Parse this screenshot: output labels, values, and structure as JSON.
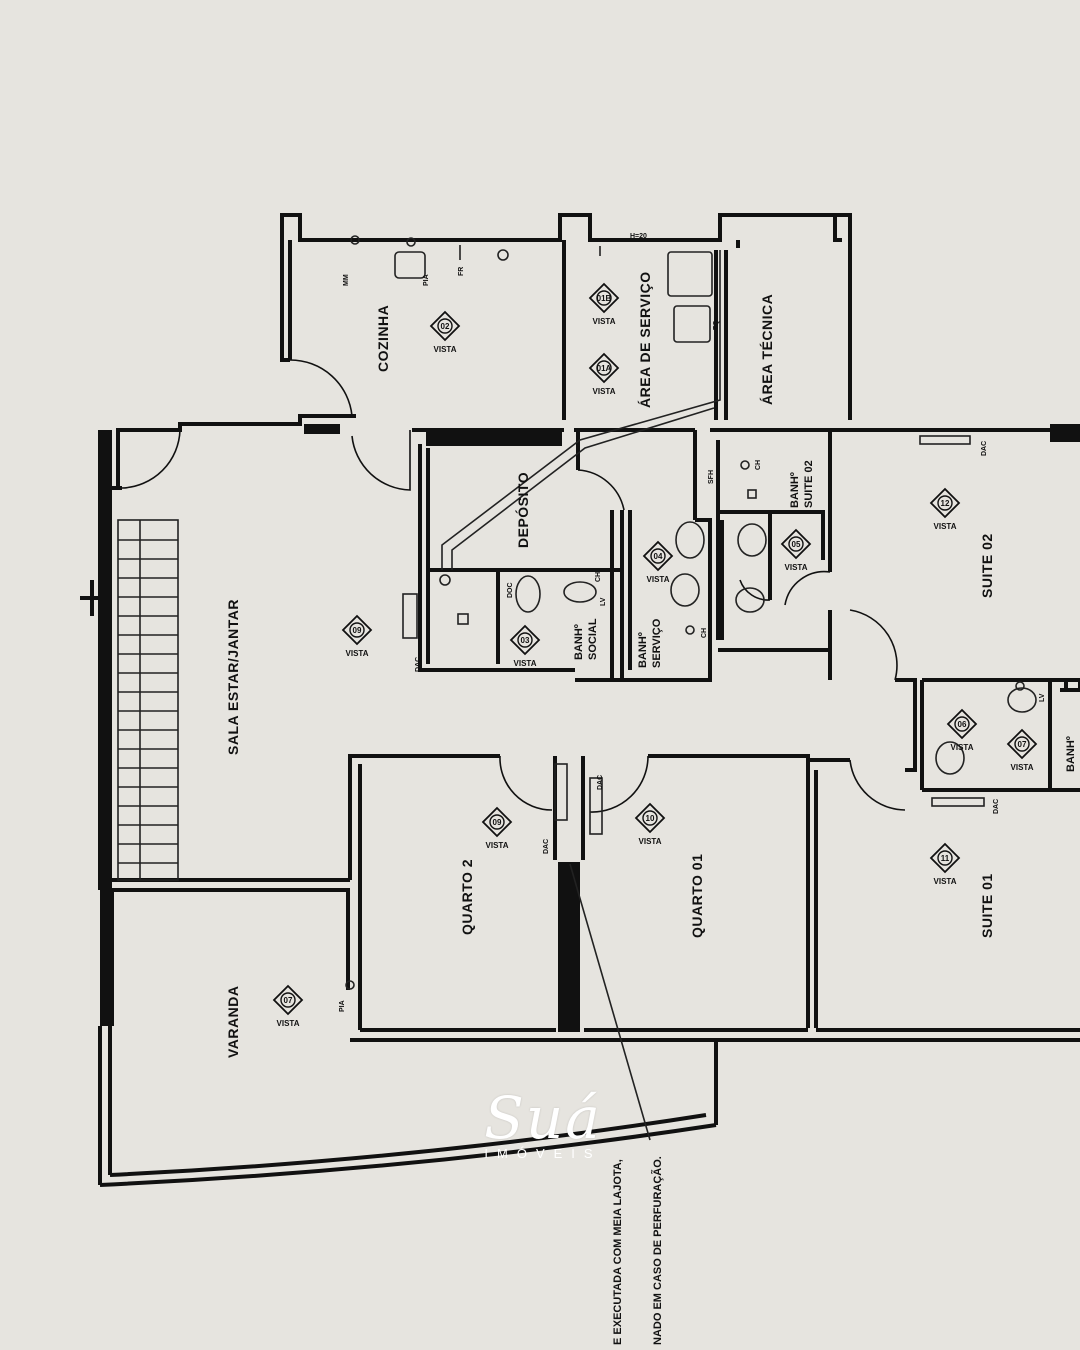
{
  "rooms": {
    "cozinha": "COZINHA",
    "area_servico": "ÁREA DE SERVIÇO",
    "area_tecnica": "ÁREA TÉCNICA",
    "deposito": "DEPÓSITO",
    "sala": "SALA ESTAR/JANTAR",
    "banho_social": [
      "BANHº",
      "SOCIAL"
    ],
    "banho_servico": [
      "BANHº",
      "SERVIÇO"
    ],
    "banho_suite02": [
      "BANHº",
      "SUITE 02"
    ],
    "banho_suite01": "BANHº",
    "suite02": "SUITE 02",
    "suite01": "SUITE 01",
    "quarto2": "QUARTO 2",
    "quarto01": "QUARTO 01",
    "varanda": "VARANDA"
  },
  "vistas": {
    "label": "VISTA",
    "items": [
      {
        "id": "cozinha",
        "num": "02"
      },
      {
        "id": "servico_b",
        "num": "01B"
      },
      {
        "id": "servico_a",
        "num": "01A"
      },
      {
        "id": "sala",
        "num": "09"
      },
      {
        "id": "banho_social",
        "num": "03"
      },
      {
        "id": "banho_servico",
        "num": "04"
      },
      {
        "id": "banho_suite02",
        "num": "05"
      },
      {
        "id": "suite02",
        "num": "12"
      },
      {
        "id": "quarto2",
        "num": "09"
      },
      {
        "id": "quarto01",
        "num": "10"
      },
      {
        "id": "suite01_bath_a",
        "num": "06"
      },
      {
        "id": "suite01_bath_b",
        "num": "07"
      },
      {
        "id": "suite01",
        "num": "11"
      },
      {
        "id": "varanda",
        "num": "07"
      }
    ]
  },
  "fixtures": {
    "dac": "DAC",
    "ch": "CH",
    "lv": "LV",
    "doc": "DOC",
    "sfh": "SFH",
    "pia": "PIA",
    "tq": "TQ",
    "fr": "FR",
    "mm": "MM",
    "h": "H=20"
  },
  "note": [
    "E EXECUTADA COM MEIA LAJOTA,",
    "NADO EM CASO DE PERFURAÇÃO."
  ],
  "logo": {
    "brand": "Suá",
    "sub": "IMÓVEIS"
  },
  "colors": {
    "paper": "#e6e4df",
    "ink": "#111111",
    "logo": "#ffffff"
  }
}
